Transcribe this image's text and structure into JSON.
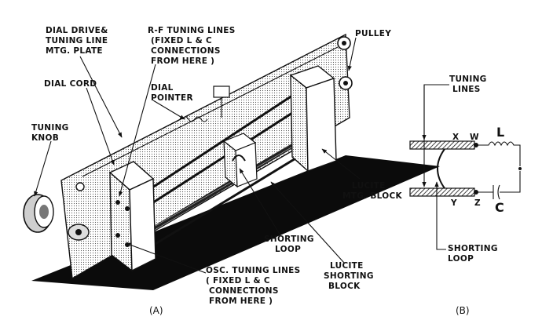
{
  "labels": {
    "dial_drive": [
      "DIAL DRIVE&",
      "TUNING LINE",
      "MTG. PLATE"
    ],
    "rf_lines": [
      "R-F TUNING LINES",
      "(FIXED L & C",
      "CONNECTIONS",
      "FROM HERE )"
    ],
    "pulley": "PULLEY",
    "dial_cord": "DIAL CORD",
    "dial_pointer": [
      "DIAL",
      "POINTER"
    ],
    "tuning_knob": [
      "TUNING",
      "KNOB"
    ],
    "lucite_mtg": [
      "LUCITE",
      "MTG. BLOCK"
    ],
    "shorting_loop": [
      "SHORTING",
      "LOOP"
    ],
    "lucite_shorting": [
      "LUCITE",
      "SHORTING",
      "BLOCK"
    ],
    "osc_lines": [
      "OSC. TUNING LINES",
      "( FIXED L & C",
      "CONNECTIONS",
      "FROM HERE )"
    ],
    "caption_a": "(A)",
    "caption_b": "(B)",
    "schem_tuning": [
      "TUNING",
      "LINES"
    ],
    "schem_loop": [
      "SHORTING",
      "LOOP"
    ],
    "node_x": "X",
    "node_w": "W",
    "node_y": "Y",
    "node_z": "Z",
    "component_l": "L",
    "component_c": "C"
  }
}
